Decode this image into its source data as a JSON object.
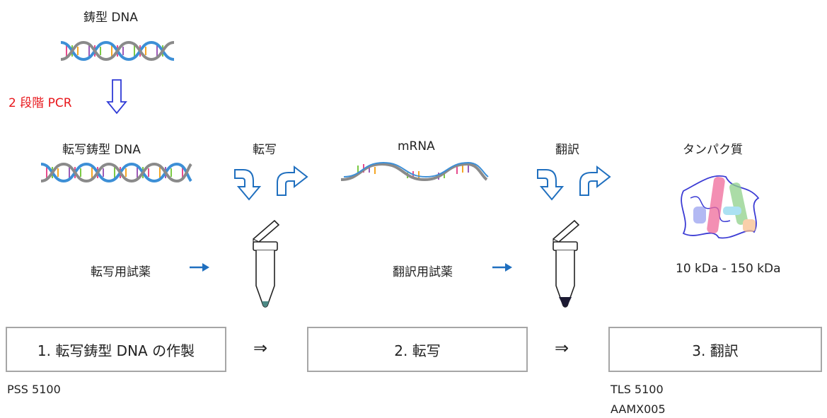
{
  "top": {
    "template_dna_label": "鋳型 DNA",
    "pcr_label": "2 段階 PCR"
  },
  "row": {
    "transcription_template_label": "転写鋳型 DNA",
    "transcription_label": "転写",
    "mrna_label": "mRNA",
    "translation_label": "翻訳",
    "protein_label": "タンパク質"
  },
  "reagents": {
    "transcription_reagent": "転写用試薬",
    "translation_reagent": "翻訳用試薬",
    "protein_size": "10 kDa - 150 kDa"
  },
  "steps": [
    {
      "label": "1.  転写鋳型 DNA の作製"
    },
    {
      "label": "2.  転写"
    },
    {
      "label": "3.  翻訳"
    }
  ],
  "implies_symbol": "⇒",
  "products": {
    "step1": "PSS 5100",
    "step3_line1": "TLS 5100",
    "step3_line2": "AAMX005"
  },
  "colors": {
    "accent_blue": "#1f6fbf",
    "outline_blue": "#2f3ad6",
    "pcr_red": "#e8161b",
    "box_border": "#a6a6a6"
  }
}
